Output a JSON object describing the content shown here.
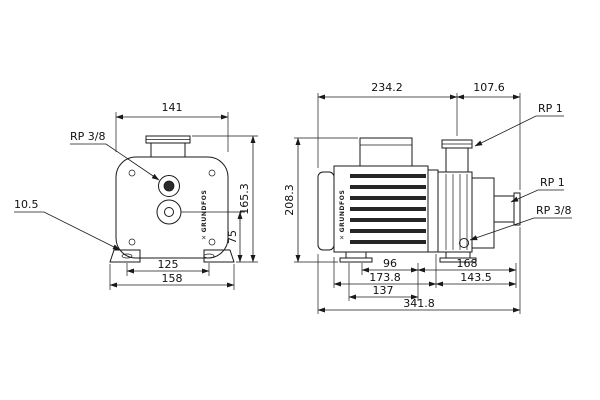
{
  "drawing": {
    "logo": {
      "mark": "✕",
      "text": "GRUNDFOS"
    },
    "front_view": {
      "dim_width": "141",
      "label_inlet": "RP 3/8",
      "label_foot_hole": "10.5",
      "dim_height": "165.3",
      "dim_port_height": "75",
      "dim_bolt_spacing": "125",
      "dim_base_width": "158"
    },
    "side_view": {
      "dim_length_to_port": "234.2",
      "dim_port_to_end": "107.6",
      "label_top_port": "RP 1",
      "label_end_port": "RP 1",
      "label_drain_port": "RP 3/8",
      "dim_height": "208.3",
      "dim_96": "96",
      "dim_168": "168",
      "dim_173_8": "173.8",
      "dim_143_5": "143.5",
      "dim_137": "137",
      "dim_total_length": "341.8"
    }
  }
}
